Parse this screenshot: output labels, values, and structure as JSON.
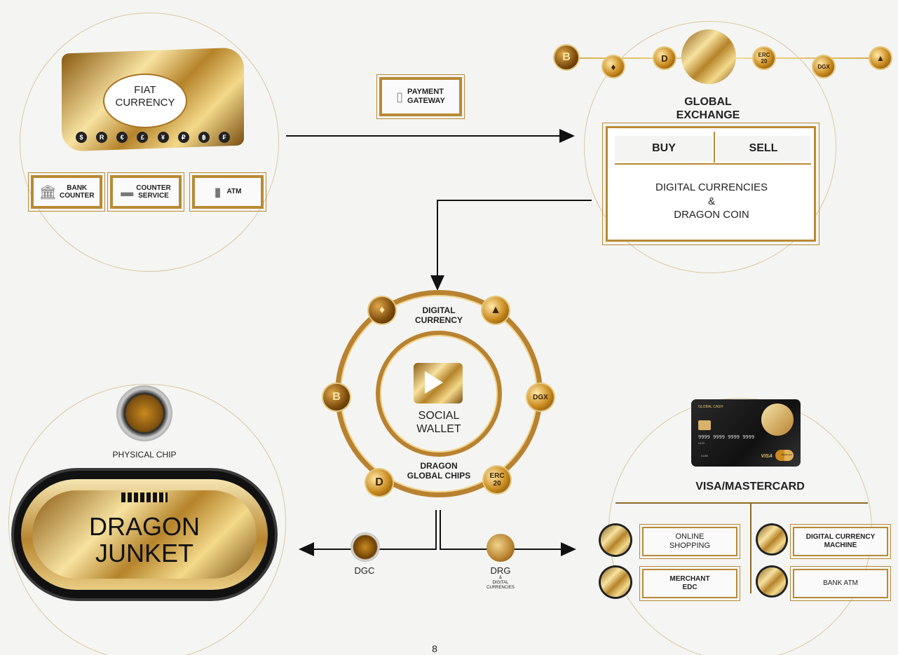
{
  "fiat": {
    "title_line1": "FIAT",
    "title_line2": "CURRENCY",
    "symbols": [
      "$",
      "R",
      "€",
      "£",
      "¥",
      "₽",
      "฿",
      "₣"
    ],
    "bank_counter": "BANK\nCOUNTER",
    "counter_service": "COUNTER\nSERVICE",
    "atm": "ATM"
  },
  "payment_gateway": "PAYMENT\nGATEWAY",
  "exchange": {
    "title": "GLOBAL\nEXCHANGE",
    "buy": "BUY",
    "sell": "SELL",
    "line1": "DIGITAL CURRENCIES",
    "line2": "&",
    "line3": "DRAGON COIN",
    "coins": [
      "B",
      "♦",
      "D",
      "ERC\n20",
      "DGX",
      "▲"
    ]
  },
  "wallet": {
    "top": "DIGITAL\nCURRENCY",
    "center": "SOCIAL\nWALLET",
    "bottom": "DRAGON\nGLOBAL CHIPS",
    "coins": [
      "♦",
      "▲",
      "B",
      "DGX",
      "D",
      "ERC\n20"
    ]
  },
  "junket": {
    "chip_label": "PHYSICAL CHIP",
    "title_line1": "DRAGON",
    "title_line2": "JUNKET"
  },
  "flow": {
    "dgc": "DGC",
    "drg": "DRG",
    "drg_sub": "&\nDIGITAL\nCURRENCIES"
  },
  "card": {
    "brand": "GLOBAL CASH",
    "number": "9999 9999 9999 9999",
    "small": "0123",
    "expiry": "01/80",
    "visa": "VISA",
    "mc": "MasterCard",
    "title": "VISA/MASTERCARD",
    "online": "ONLINE\nSHOPPING",
    "merchant": "MERCHANT\nEDC",
    "machine": "DIGITAL CURRENCY\nMACHINE",
    "bank_atm": "BANK ATM"
  },
  "page_number": "8",
  "colors": {
    "gold": "#c9952e",
    "dark_gold": "#7a4e10",
    "line": "#111111"
  }
}
